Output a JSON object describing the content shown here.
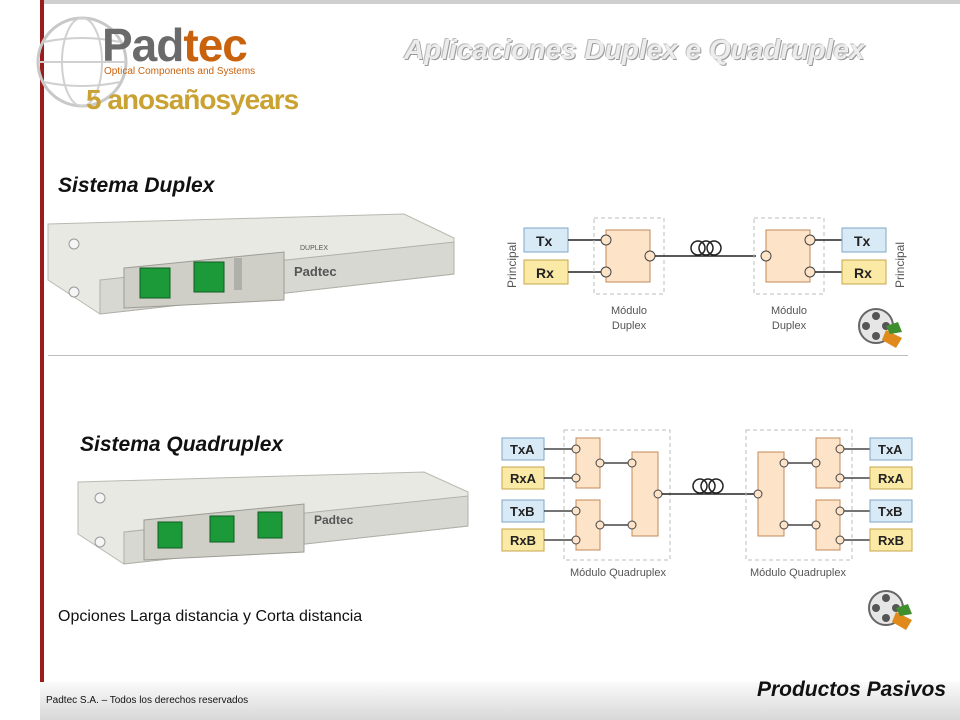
{
  "header": {
    "brand_part1": "Pad",
    "brand_part2": "tec",
    "brand_subtitle": "Optical Components and Systems",
    "brand_years": "5 anosañosyears",
    "slide_title": "Aplicaciones Duplex e Quadruplex"
  },
  "duplex": {
    "title": "Sistema Duplex",
    "rack_labels": {
      "top": "DUPLEX",
      "brand": "Padtec"
    },
    "diagram": {
      "left_side_label": "Principal",
      "right_side_label": "Principal",
      "tx": "Tx",
      "rx": "Rx",
      "module_label_line1": "Módulo",
      "module_label_line2": "Duplex"
    }
  },
  "quadruplex": {
    "title": "Sistema Quadruplex",
    "rack_labels": {
      "brand": "Padtec"
    },
    "diagram": {
      "txa": "TxA",
      "rxa": "RxA",
      "txb": "TxB",
      "rxb": "RxB",
      "module_label": "Módulo Quadruplex"
    }
  },
  "caption": "Opciones Larga distancia y Corta distancia",
  "footer": {
    "copyright": "Padtec S.A. – Todos los derechos reservados",
    "product_line": "Productos Pasivos"
  },
  "icons": [
    "globe-icon",
    "film-reel-icon",
    "film-reel-icon",
    "fiber-coil-icon"
  ],
  "colors": {
    "tx_fill": "#d9eaf7",
    "rx_fill": "#fbe9a6",
    "module_fill": "#fde3c8",
    "frame_accent": "#9b1c1c",
    "brand_orange": "#c9620d"
  }
}
